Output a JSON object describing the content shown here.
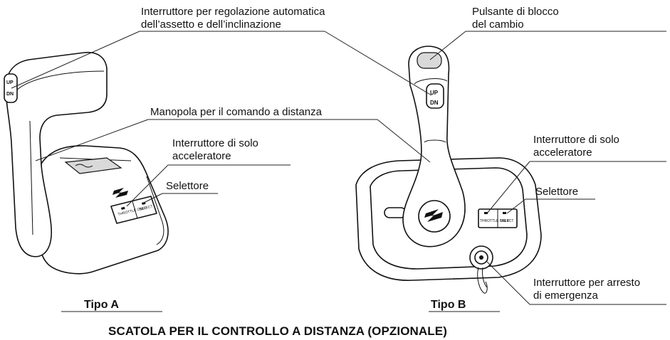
{
  "labels": {
    "trim_switch": "Interruttore per regolazione automatica\ndell’assetto e dell’inclinazione",
    "shift_lock": "Pulsante di blocco\ndel cambio",
    "remote_handle": "Manopola per il comando a distanza",
    "throttle_only_a": "Interruttore di solo\nacceleratore",
    "selector_a": "Selettore",
    "throttle_only_b": "Interruttore di solo\nacceleratore",
    "selector_b": "Selettore",
    "emergency_stop": "Interruttore per arresto\ndi emergenza"
  },
  "types": {
    "a": "Tipo A",
    "b": "Tipo B"
  },
  "caption": "SCATOLA PER IL CONTROLLO A DISTANZA (OPZIONALE)",
  "device_markings": {
    "up": "UP",
    "dn": "DN",
    "throttle_only": "THROTTLE ONLY",
    "select": "SELECT"
  }
}
